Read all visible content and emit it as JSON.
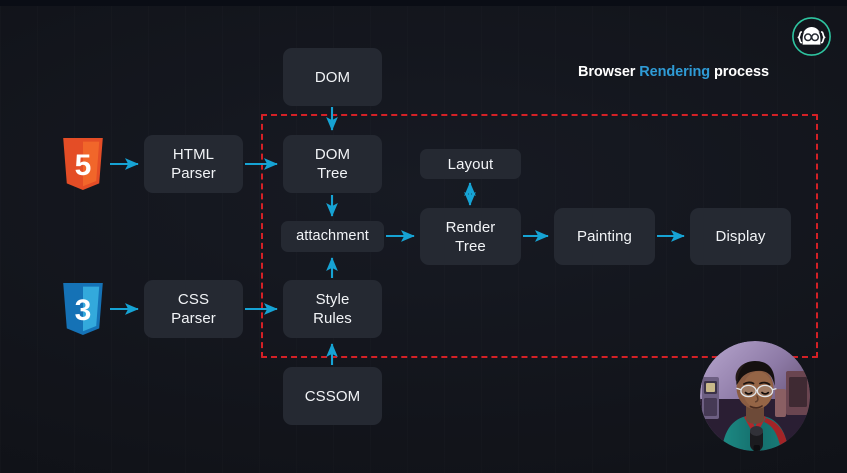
{
  "title": {
    "prefix": "Browser ",
    "accent": "Rendering",
    "suffix": " process",
    "accent_color": "#2f9bd6"
  },
  "logo": {
    "name": "coder-face-logo",
    "ring_color": "#2ec4a0",
    "face_color": "#ffffff"
  },
  "colors": {
    "background": "#14161e",
    "node_fill": "#252932",
    "node_text": "#f2f4f7",
    "arrow": "#16a3d4",
    "region_border": "#d42026",
    "html5_orange": "#e44d26",
    "css3_blue": "#1572b6"
  },
  "region": {
    "name": "browser-rendering-boundary",
    "style": "red-dashed-rectangle"
  },
  "nodes": [
    {
      "id": "dom",
      "label": "DOM"
    },
    {
      "id": "dom-tree",
      "label": "DOM\nTree",
      "line1": "DOM",
      "line2": "Tree"
    },
    {
      "id": "attachment",
      "label": "attachment"
    },
    {
      "id": "style-rules",
      "label": "Style\nRules",
      "line1": "Style",
      "line2": "Rules"
    },
    {
      "id": "cssom",
      "label": "CSSOM"
    },
    {
      "id": "layout",
      "label": "Layout"
    },
    {
      "id": "render-tree",
      "label": "Render\nTree",
      "line1": "Render",
      "line2": "Tree"
    },
    {
      "id": "painting",
      "label": "Painting"
    },
    {
      "id": "display",
      "label": "Display"
    },
    {
      "id": "html-parser",
      "label": "HTML\nParser",
      "line1": "HTML",
      "line2": "Parser"
    },
    {
      "id": "css-parser",
      "label": "CSS\nParser",
      "line1": "CSS",
      "line2": "Parser"
    }
  ],
  "tech_logos": [
    {
      "id": "html5",
      "name": "html5-logo",
      "glyph": "5"
    },
    {
      "id": "css3",
      "name": "css3-logo",
      "glyph": "3"
    }
  ],
  "edges": [
    {
      "from": "html5-logo",
      "to": "html-parser",
      "direction": "one-way"
    },
    {
      "from": "html-parser",
      "to": "dom-tree",
      "direction": "one-way"
    },
    {
      "from": "dom",
      "to": "dom-tree",
      "direction": "one-way"
    },
    {
      "from": "dom-tree",
      "to": "attachment",
      "direction": "one-way"
    },
    {
      "from": "css3-logo",
      "to": "css-parser",
      "direction": "one-way"
    },
    {
      "from": "css-parser",
      "to": "style-rules",
      "direction": "one-way"
    },
    {
      "from": "cssom",
      "to": "style-rules",
      "direction": "one-way"
    },
    {
      "from": "style-rules",
      "to": "attachment",
      "direction": "one-way"
    },
    {
      "from": "attachment",
      "to": "render-tree",
      "direction": "one-way"
    },
    {
      "from": "render-tree",
      "to": "layout",
      "direction": "two-way"
    },
    {
      "from": "render-tree",
      "to": "painting",
      "direction": "one-way"
    },
    {
      "from": "painting",
      "to": "display",
      "direction": "one-way"
    }
  ],
  "webcam": {
    "name": "presenter-webcam-bubble",
    "shape": "circle"
  }
}
